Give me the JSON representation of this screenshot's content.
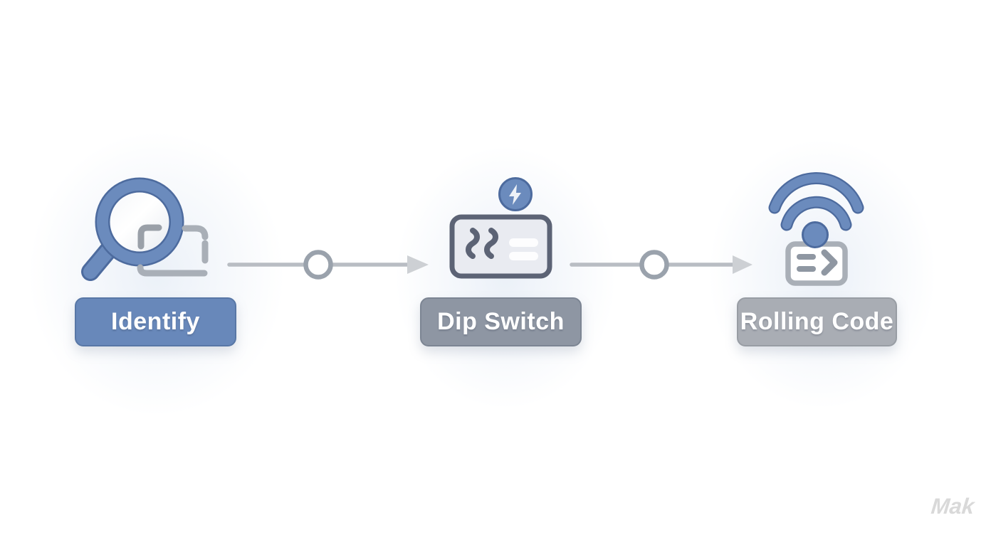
{
  "diagram": {
    "type": "flow",
    "steps": [
      {
        "label": "Identify",
        "icon": "magnifier-scan-icon"
      },
      {
        "label": "Dip Switch",
        "icon": "dip-switch-card-icon",
        "badge_icon": "lightning-bolt-icon"
      },
      {
        "label": "Rolling Code",
        "icon": "wifi-remote-icon"
      }
    ],
    "connectors": [
      {
        "from": "Identify",
        "to": "Dip Switch",
        "style": "arrow-with-circle-node"
      },
      {
        "from": "Dip Switch",
        "to": "Rolling Code",
        "style": "arrow-with-circle-node"
      }
    ],
    "watermark": "Mak",
    "colors": {
      "blue_fill": "#6b8bbd",
      "blue_stroke": "#4d6b9e",
      "btn_blue": "#6888ba",
      "btn_blue_border": "#5877a6",
      "btn_gray": "#8e96a3",
      "btn_gray_border": "#7c8593",
      "btn_lightgray": "#a9adb4",
      "btn_lightgray_border": "#989da4",
      "line_gray": "#b9bdc3",
      "node_stroke": "#9aa2ac",
      "arrow_gray": "#cdd0d4",
      "frame_gray": "#a9afb7",
      "inner_frame_gray": "#9aa0a8",
      "card_border": "#5c6375",
      "card_fill": "#e9ebf1",
      "inner_gray": "#8f97a2",
      "bolt_white": "#eef2f8",
      "bar_white": "#fdfdfe",
      "watermark_gray": "#d9d9d9"
    }
  }
}
